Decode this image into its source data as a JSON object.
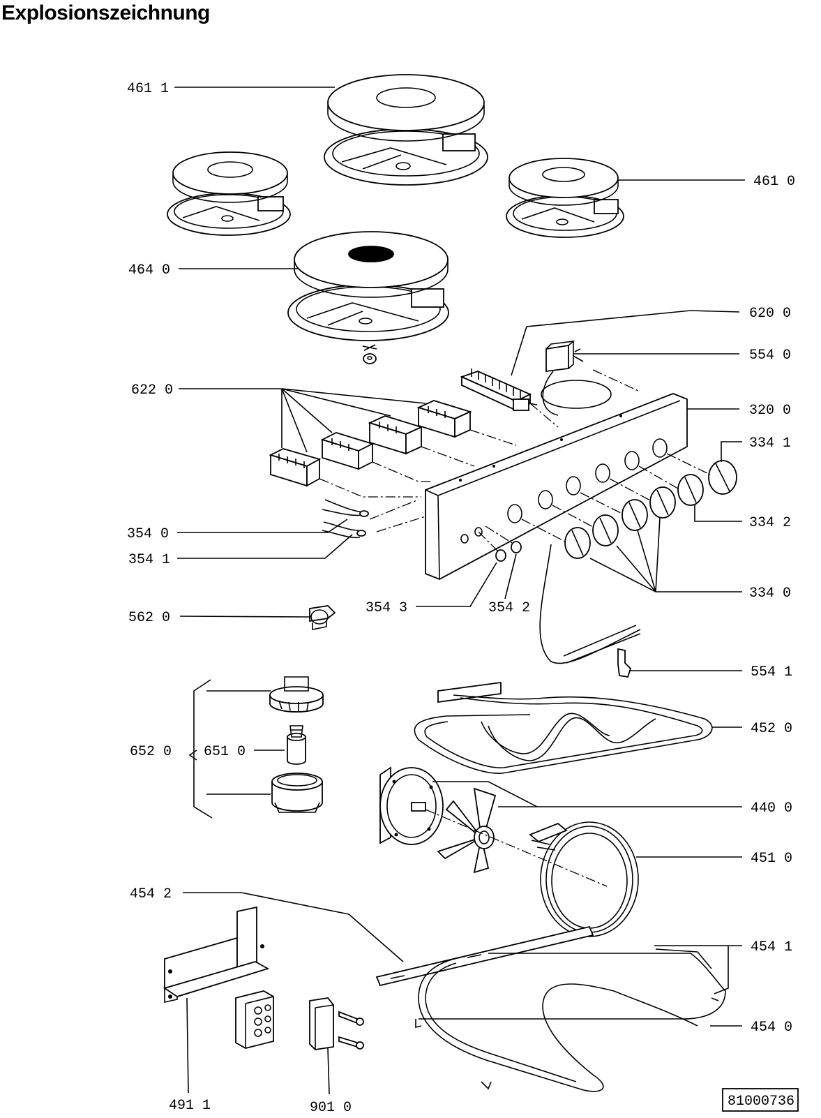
{
  "title": "Explosionszeichnung",
  "doc_code": "81000736",
  "labels": [
    {
      "id": "l4611",
      "text": "461 1"
    },
    {
      "id": "l4610",
      "text": "461 0"
    },
    {
      "id": "l4640",
      "text": "464 0"
    },
    {
      "id": "l6200",
      "text": "620 0"
    },
    {
      "id": "l5540",
      "text": "554 0"
    },
    {
      "id": "l6220",
      "text": "622 0"
    },
    {
      "id": "l3200",
      "text": "320 0"
    },
    {
      "id": "l3341",
      "text": "334 1"
    },
    {
      "id": "l3342",
      "text": "334 2"
    },
    {
      "id": "l3540",
      "text": "354 0"
    },
    {
      "id": "l3541",
      "text": "354 1"
    },
    {
      "id": "l3543",
      "text": "354 3"
    },
    {
      "id": "l3542",
      "text": "354 2"
    },
    {
      "id": "l3340",
      "text": "334 0"
    },
    {
      "id": "l5620",
      "text": "562 0"
    },
    {
      "id": "l5541",
      "text": "554 1"
    },
    {
      "id": "l4520",
      "text": "452 0"
    },
    {
      "id": "l6520",
      "text": "652 0"
    },
    {
      "id": "l6510",
      "text": "651 0"
    },
    {
      "id": "l4400",
      "text": "440 0"
    },
    {
      "id": "l4510",
      "text": "451 0"
    },
    {
      "id": "l4542",
      "text": "454 2"
    },
    {
      "id": "l4541",
      "text": "454 1"
    },
    {
      "id": "l4540",
      "text": "454 0"
    },
    {
      "id": "l4911",
      "text": "491 1"
    },
    {
      "id": "l9010",
      "text": "901 0"
    }
  ]
}
